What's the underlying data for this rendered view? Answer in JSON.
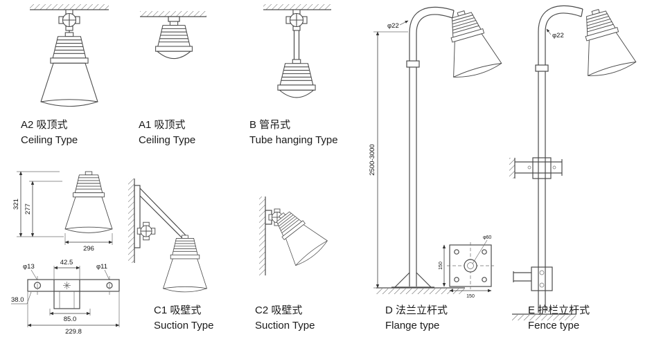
{
  "page": {
    "background": "#ffffff",
    "line_color": "#4a4a4a"
  },
  "labels": {
    "a2": {
      "code": "A2 吸顶式",
      "en": "Ceiling Type"
    },
    "a1": {
      "code": "A1 吸顶式",
      "en": "Ceiling Type"
    },
    "b": {
      "code": "B 管吊式",
      "en": "Tube hanging Type"
    },
    "c1": {
      "code": "C1 吸壁式",
      "en": "Suction Type"
    },
    "c2": {
      "code": "C2 吸壁式",
      "en": "Suction Type"
    },
    "d": {
      "code": "D 法兰立杆式",
      "en": "Flange type"
    },
    "e": {
      "code": "E 护栏立杆式",
      "en": "Fence type"
    }
  },
  "dims": {
    "lamp": {
      "total_height": "321",
      "body_height": "277",
      "width": "296"
    },
    "bracket": {
      "hole_left": "φ13",
      "top_width": "42.5",
      "hole_right": "φ11",
      "inner_width": "85.0",
      "outer_width": "229.8",
      "thickness": "38.0"
    },
    "pole_d": {
      "height_range": "2500-3000",
      "tube_diameter": "φ22"
    },
    "pole_e": {
      "tube_diameter": "φ22"
    },
    "flange": {
      "bottom_width": "150",
      "side_width": "150",
      "center_hole": "φ60"
    }
  }
}
